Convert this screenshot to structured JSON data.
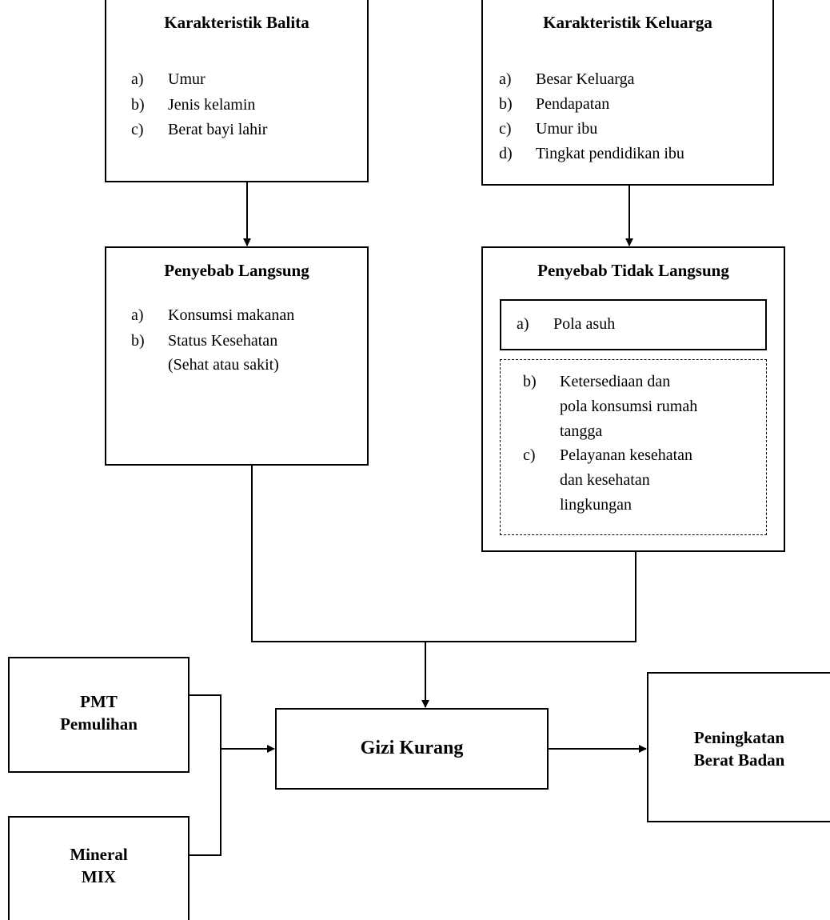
{
  "karakteristik_balita": {
    "title": "Karakteristik Balita",
    "items": [
      {
        "label": "a)",
        "text": "Umur"
      },
      {
        "label": "b)",
        "text": "Jenis kelamin"
      },
      {
        "label": "c)",
        "text": "Berat bayi lahir"
      }
    ]
  },
  "karakteristik_keluarga": {
    "title": "Karakteristik Keluarga",
    "items": [
      {
        "label": "a)",
        "text": "Besar Keluarga"
      },
      {
        "label": "b)",
        "text": "Pendapatan"
      },
      {
        "label": "c)",
        "text": "Umur ibu"
      },
      {
        "label": "d)",
        "text": "Tingkat pendidikan ibu"
      }
    ]
  },
  "penyebab_langsung": {
    "title": "Penyebab Langsung",
    "items": [
      {
        "label": "a)",
        "text": "Konsumsi makanan"
      },
      {
        "label": "b)",
        "text": "Status Kesehatan"
      },
      {
        "label": "",
        "text": "(Sehat atau sakit)"
      }
    ]
  },
  "penyebab_tidak_langsung": {
    "title": "Penyebab Tidak Langsung",
    "pola_asuh": {
      "label": "a)",
      "text": "Pola asuh"
    },
    "dashed_items": [
      {
        "label": "b)",
        "text": "Ketersediaan dan"
      },
      {
        "label": "",
        "text": "pola konsumsi rumah"
      },
      {
        "label": "",
        "text": "tangga"
      },
      {
        "label": "c)",
        "text": "Pelayanan kesehatan"
      },
      {
        "label": "",
        "text": "dan kesehatan"
      },
      {
        "label": "",
        "text": "lingkungan"
      }
    ]
  },
  "pmt": {
    "line1": "PMT",
    "line2": "Pemulihan"
  },
  "mineral": {
    "line1": "Mineral",
    "line2": "MIX"
  },
  "gizi_kurang": {
    "label": "Gizi Kurang"
  },
  "peningkatan": {
    "line1": "Peningkatan",
    "line2": "Berat Badan"
  }
}
